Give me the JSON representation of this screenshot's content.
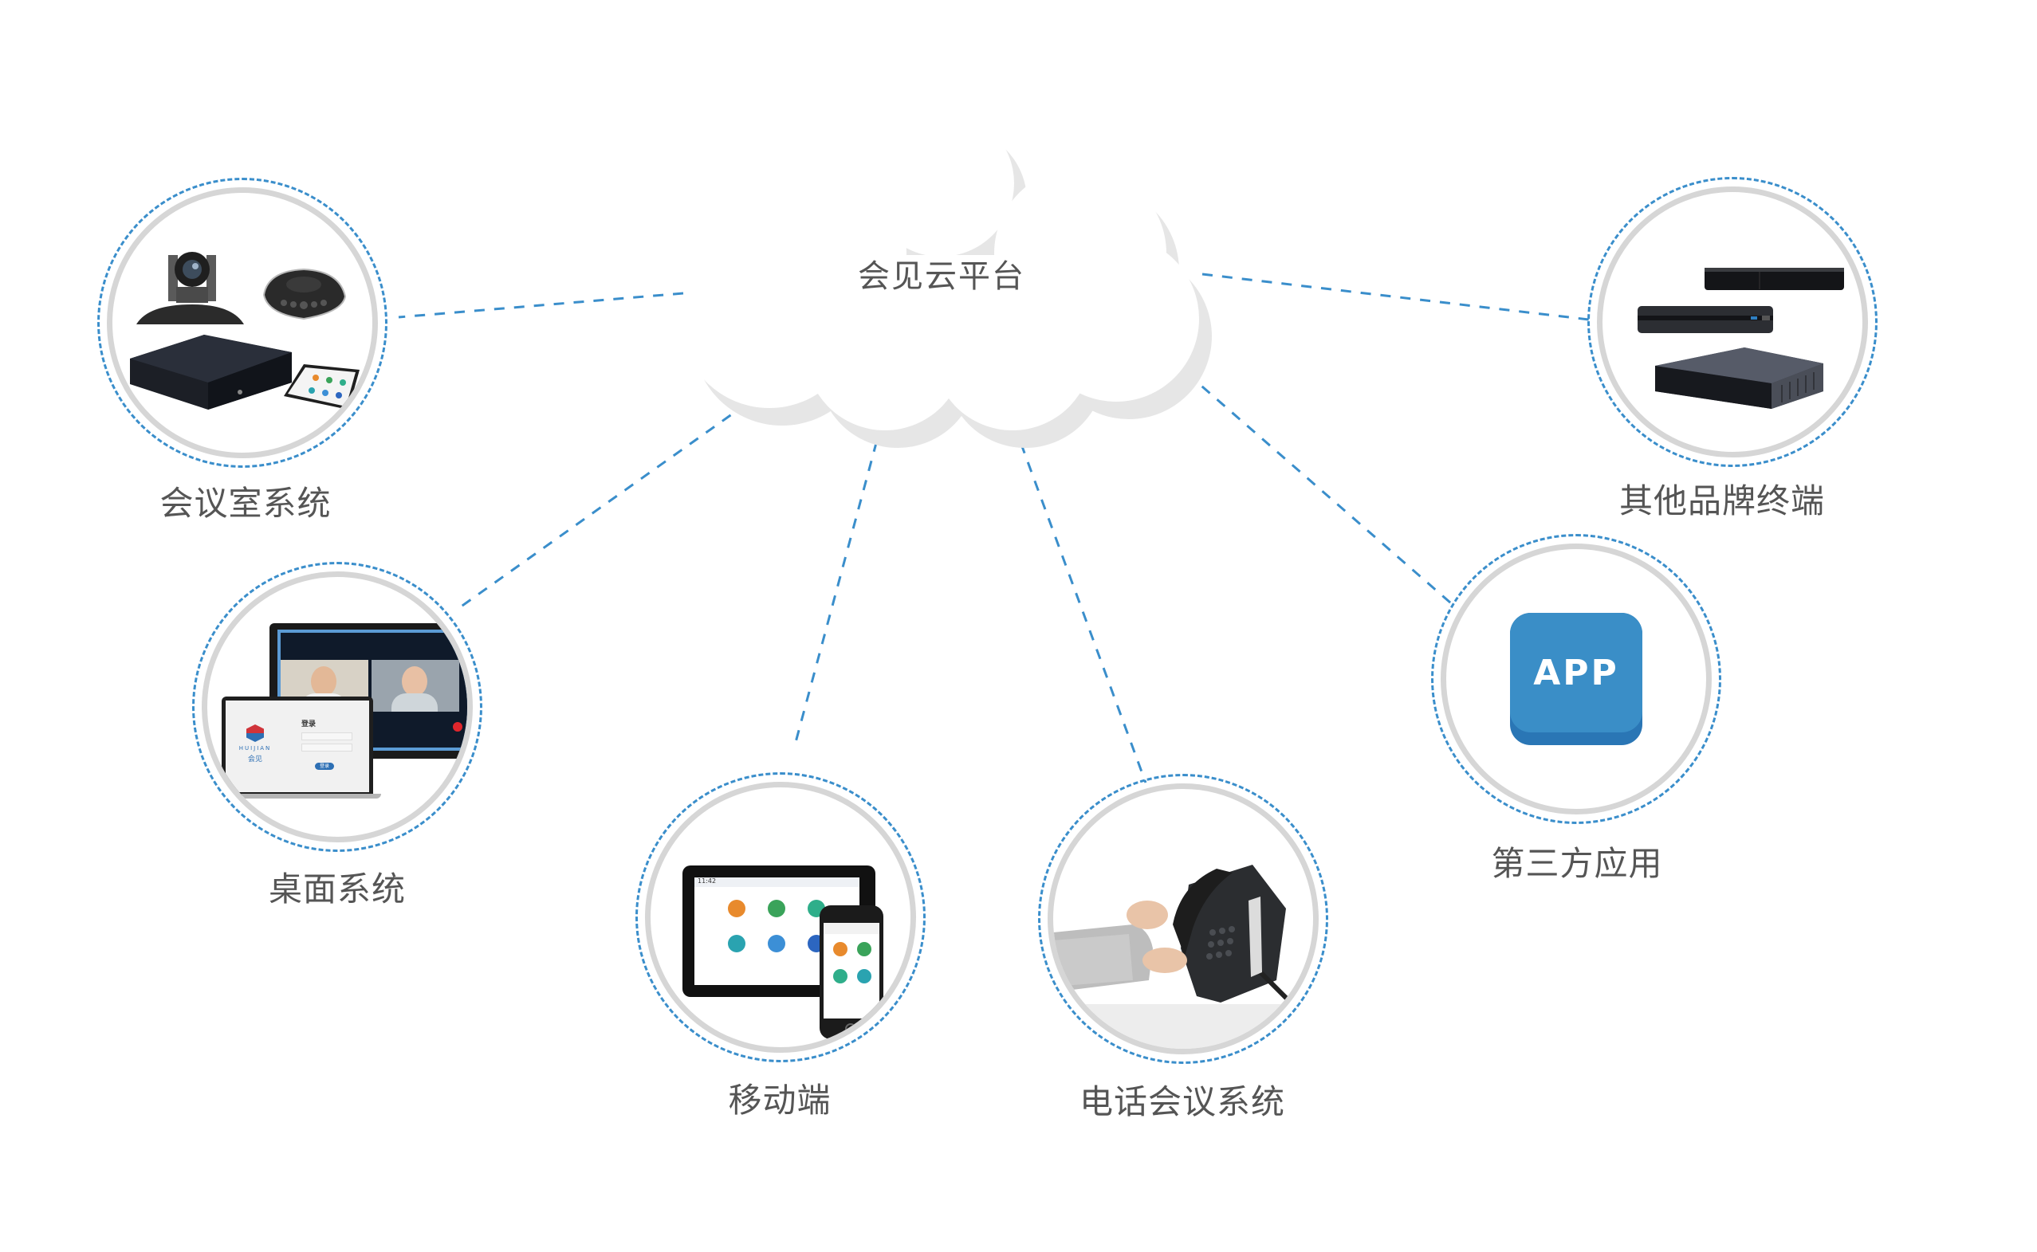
{
  "diagram": {
    "title": "会见云平台",
    "colors": {
      "connector": "#3a8ecb",
      "cloud_fill": "#ffffff",
      "cloud_shadow": "#e6e6e6",
      "ring": "#d6d6d6",
      "label_text": "#555555",
      "app_tile": "#3a8ec7",
      "app_tile_edge": "#2a76b5"
    },
    "nodes": [
      {
        "id": "meeting-room",
        "label": "会议室系统",
        "icon": "conference-room-devices-icon"
      },
      {
        "id": "desktop",
        "label": "桌面系统",
        "icon": "desktop-laptop-icon",
        "screen": {
          "login_title": "登录",
          "brand_en": "HUIJIAN",
          "brand_cn": "会见",
          "login_button": "登录"
        }
      },
      {
        "id": "mobile",
        "label": "移动端",
        "icon": "tablet-phone-icon",
        "screen": {
          "time": "11:42"
        }
      },
      {
        "id": "phone-conference",
        "label": "电话会议系统",
        "icon": "desk-phone-icon"
      },
      {
        "id": "third-party-app",
        "label": "第三方应用",
        "icon": "app-tile-icon",
        "tile_text": "APP"
      },
      {
        "id": "other-brands",
        "label": "其他品牌终端",
        "icon": "set-top-boxes-icon"
      }
    ],
    "edges": [
      {
        "from": "cloud",
        "to": "meeting-room",
        "style": "dashed"
      },
      {
        "from": "cloud",
        "to": "desktop",
        "style": "dashed"
      },
      {
        "from": "cloud",
        "to": "mobile",
        "style": "dashed"
      },
      {
        "from": "cloud",
        "to": "phone-conference",
        "style": "dashed"
      },
      {
        "from": "cloud",
        "to": "third-party-app",
        "style": "dashed"
      },
      {
        "from": "cloud",
        "to": "other-brands",
        "style": "dashed"
      }
    ]
  }
}
